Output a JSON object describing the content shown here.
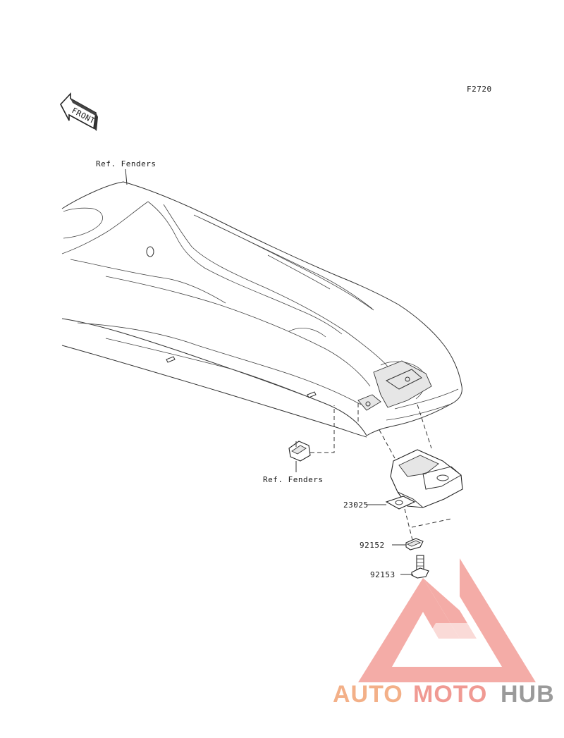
{
  "figure_code": "F2720",
  "front_arrow_text": "FRONT",
  "callouts": {
    "ref_fenders_top": "Ref. Fenders",
    "ref_fenders_clip": "Ref. Fenders",
    "part_23025": "23025",
    "part_92152": "92152",
    "part_92153": "92153"
  },
  "watermark": {
    "text_auto": "AUTO",
    "text_moto": "MOTO",
    "text_hub": "HUB",
    "color_auto": "#f3b088",
    "color_moto": "#f09a93",
    "color_hub": "#9a9a9a",
    "logo_color": "#f29b94"
  }
}
